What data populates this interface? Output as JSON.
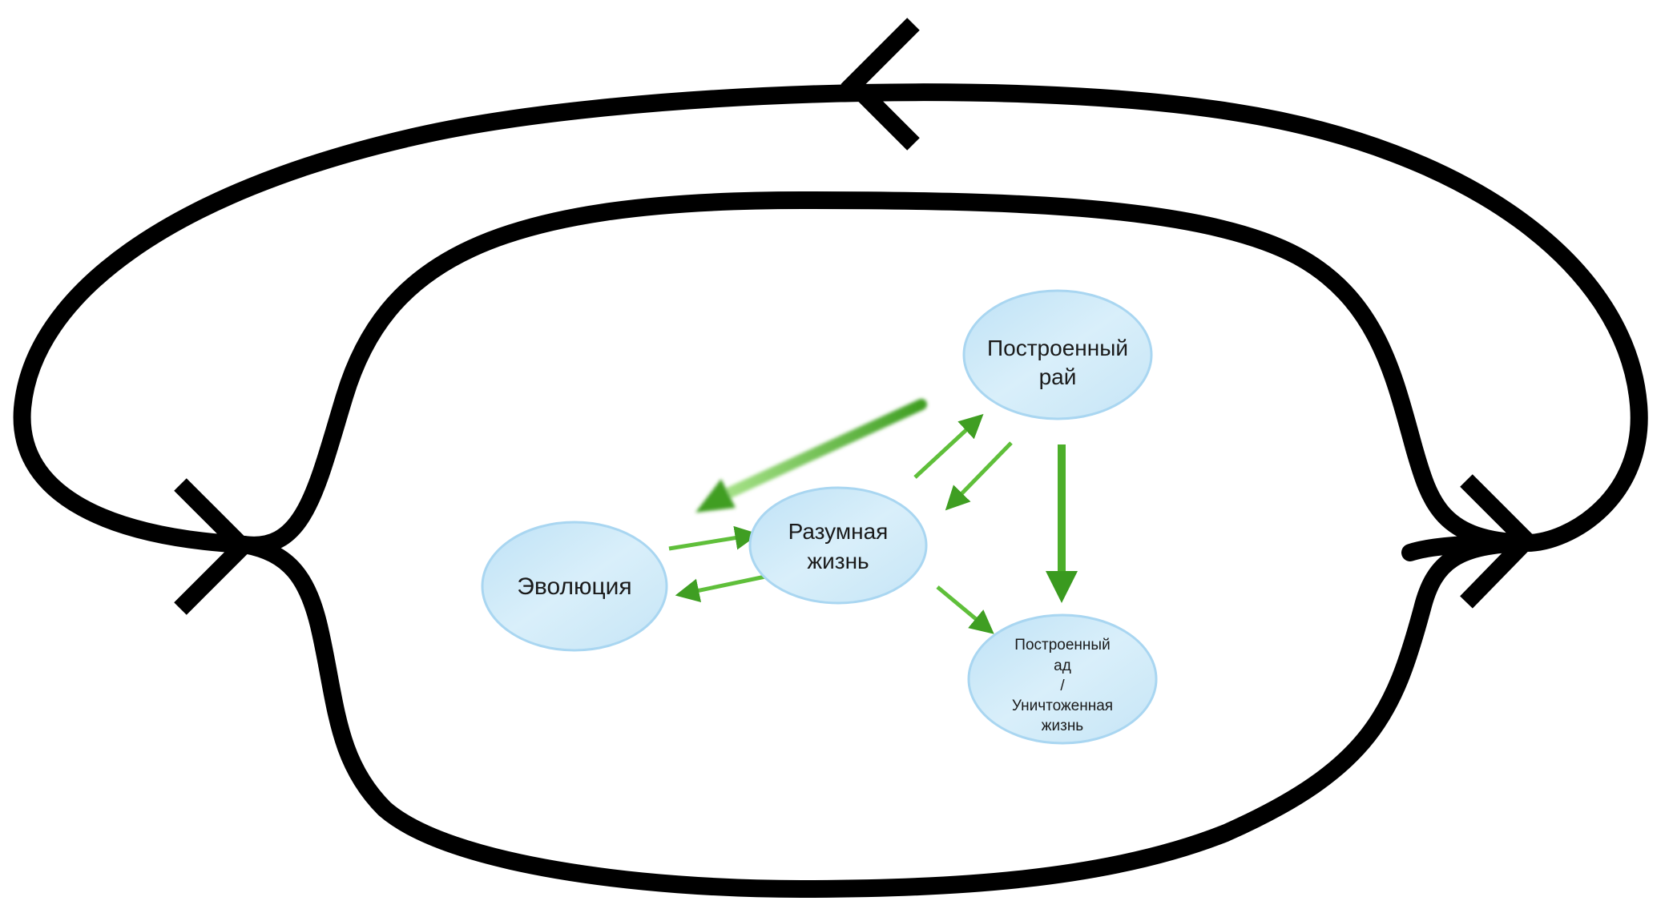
{
  "nodes": {
    "evolution": {
      "label": "Эволюция"
    },
    "intelligent_life": {
      "lines": [
        "Разумная",
        "жизнь"
      ]
    },
    "built_paradise": {
      "lines": [
        "Построенный",
        "рай"
      ]
    },
    "built_hell": {
      "lines": [
        "Построенный",
        "ад",
        "/",
        "Уничтоженная",
        "жизнь"
      ]
    }
  },
  "colors": {
    "loop_stroke": "#000000",
    "node_fill": "#cfe8f7",
    "node_stroke": "#9fd0ee",
    "arrow_green": "#4caf2a",
    "arrow_green_light": "#9be07a"
  }
}
